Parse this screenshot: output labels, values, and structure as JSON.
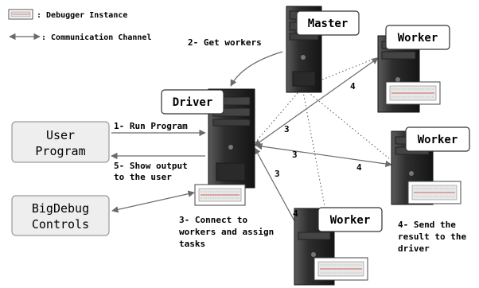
{
  "legend": {
    "debugger_instance": ": Debugger Instance",
    "communication_channel": ": Communication Channel"
  },
  "nodes": {
    "master": "Master",
    "driver": "Driver",
    "worker_top": "Worker",
    "worker_right": "Worker",
    "worker_bottom": "Worker",
    "user_program_line1": "User",
    "user_program_line2": "Program",
    "bigdebug_line1": "BigDebug",
    "bigdebug_line2": "Controls"
  },
  "steps": {
    "get_workers": "2- Get workers",
    "run_program": "1- Run Program",
    "show_output_line1": "5- Show output",
    "show_output_line2": "to the user",
    "connect_line1": "3- Connect to",
    "connect_line2": "workers and assign",
    "connect_line3": "tasks",
    "send_line1": "4- Send the",
    "send_line2": "result to the",
    "send_line3": "driver"
  },
  "edge_labels": {
    "three_a": "3",
    "three_b": "3",
    "three_c": "3",
    "four_top": "4",
    "four_right": "4",
    "four_bottom": "4"
  },
  "colors": {
    "tower_dark": "#1f1f1f",
    "tower_mid": "#3a3a3a",
    "tower_light": "#5b5b5b",
    "arrow": "#6a6a6a",
    "box_fill": "#eeeeee",
    "box_stroke": "#9a9a9a",
    "debugger_red": "#c0392b"
  }
}
